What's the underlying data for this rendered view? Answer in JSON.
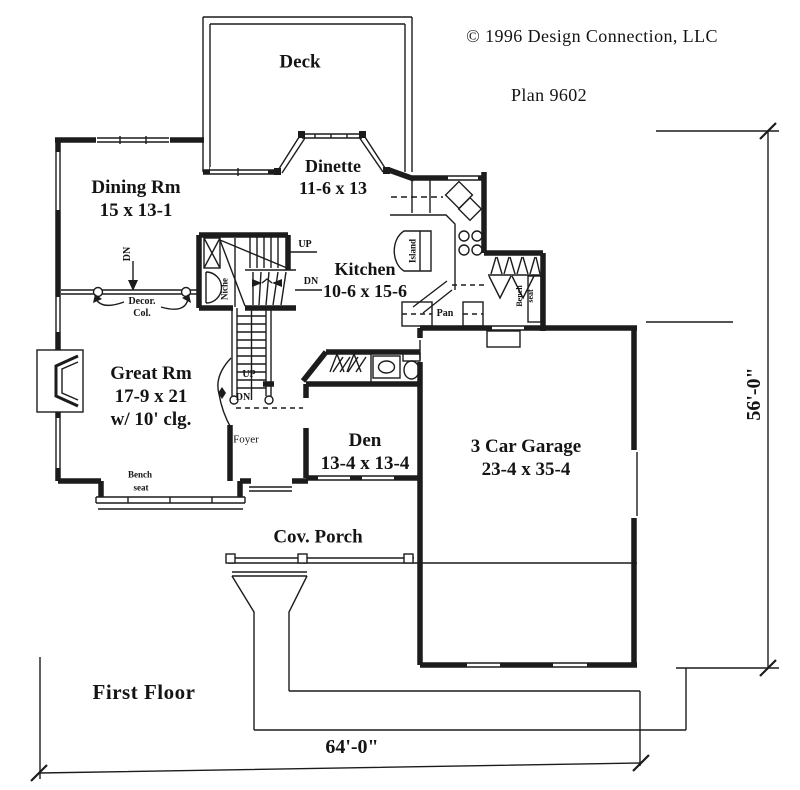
{
  "colors": {
    "ink": "#1c1c1c",
    "paper": "#ffffff"
  },
  "header": {
    "copyright": "©  1996 Design Connection, LLC",
    "plan": "Plan 9602"
  },
  "footer": {
    "floor": "First Floor"
  },
  "dims": {
    "overall_width": "64'-0\"",
    "overall_depth": "56'-0\""
  },
  "rooms": {
    "deck": {
      "name": "Deck"
    },
    "dinette": {
      "name": "Dinette",
      "size": "11-6 x 13"
    },
    "dining": {
      "name": "Dining Rm",
      "size": "15 x 13-1"
    },
    "kitchen": {
      "name": "Kitchen",
      "size": "10-6 x 15-6"
    },
    "great": {
      "name": "Great Rm",
      "size": "17-9 x 21",
      "note": "w/ 10' clg."
    },
    "den": {
      "name": "Den",
      "size": "13-4 x 13-4"
    },
    "garage": {
      "name": "3 Car Garage",
      "size": "23-4 x 35-4"
    },
    "porch": {
      "name": "Cov. Porch"
    },
    "foyer": {
      "name": "Foyer"
    }
  },
  "notes": {
    "up": "UP",
    "dn": "DN",
    "niche": "Niche",
    "island": "Island",
    "pantry": "Pan",
    "bench": "Bench",
    "seat": "seat",
    "decor_line1": "Decor.",
    "decor_line2": "Col."
  }
}
